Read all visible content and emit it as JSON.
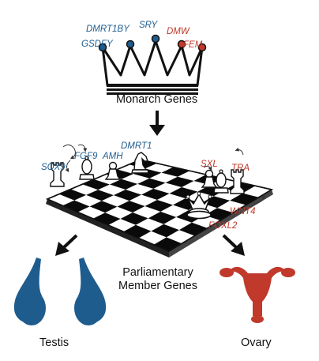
{
  "colors": {
    "male": "#1f5c8e",
    "female": "#c0392b"
  },
  "crown": {
    "title": "Monarch Genes",
    "genes": [
      {
        "name": "DMRT1BY",
        "color": "male"
      },
      {
        "name": "GSDFY",
        "color": "male"
      },
      {
        "name": "SRY",
        "color": "male"
      },
      {
        "name": "DMW",
        "color": "female"
      },
      {
        "name": "FEM",
        "color": "female"
      }
    ]
  },
  "board": {
    "caption_line1": "Parliamentary",
    "caption_line2": "Member Genes",
    "male_genes": [
      "SOX9",
      "FGF9",
      "AMH",
      "DMRT1"
    ],
    "female_genes": [
      "SXL",
      "TRA",
      "WNT4",
      "FOXL2"
    ]
  },
  "outcomes": {
    "male": "Testis",
    "female": "Ovary"
  }
}
